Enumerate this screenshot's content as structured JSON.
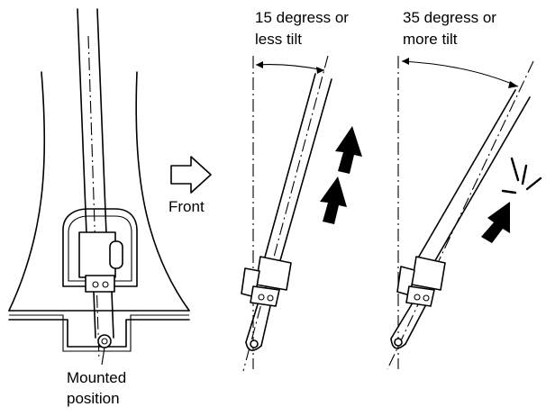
{
  "labels": {
    "mounted_line1": "Mounted",
    "mounted_line2": "position",
    "front": "Front",
    "left_tilt_line1": "15 degress or",
    "left_tilt_line2": "less tilt",
    "right_tilt_line1": "35 degress or",
    "right_tilt_line2": "more tilt"
  },
  "icons": {
    "front_arrow": "hollow-right-arrow",
    "motion_arrows": "solid-up-arrow",
    "impact_lines": "impact-rays"
  },
  "colors": {
    "ink": "#000000",
    "paper": "#ffffff"
  }
}
